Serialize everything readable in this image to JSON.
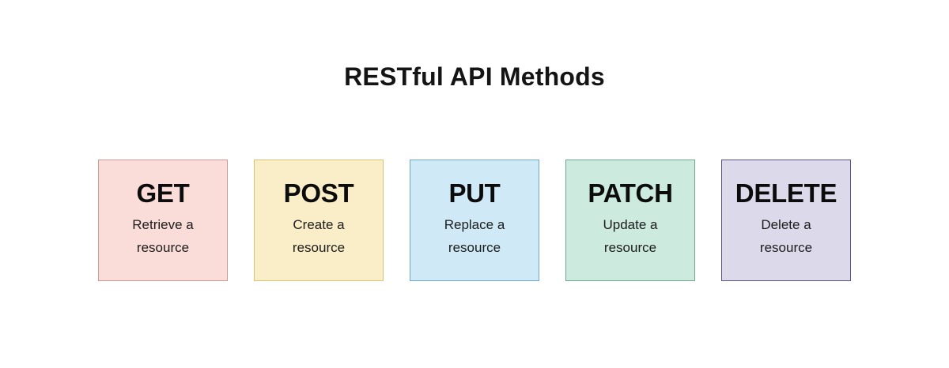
{
  "page": {
    "title": "RESTful API Methods",
    "background_color": "#ffffff"
  },
  "methods": [
    {
      "name": "GET",
      "description": "Retrieve a resource",
      "fill_color": "#fadcd9",
      "border_color": "#c99a96"
    },
    {
      "name": "POST",
      "description": "Create a resource",
      "fill_color": "#faeec8",
      "border_color": "#d8c472"
    },
    {
      "name": "PUT",
      "description": "Replace a resource",
      "fill_color": "#cfeaf6",
      "border_color": "#6fa8bf"
    },
    {
      "name": "PATCH",
      "description": "Update a resource",
      "fill_color": "#cdeade",
      "border_color": "#6fa890"
    },
    {
      "name": "DELETE",
      "description": "Delete a resource",
      "fill_color": "#dcd9ea",
      "border_color": "#56527a"
    }
  ]
}
